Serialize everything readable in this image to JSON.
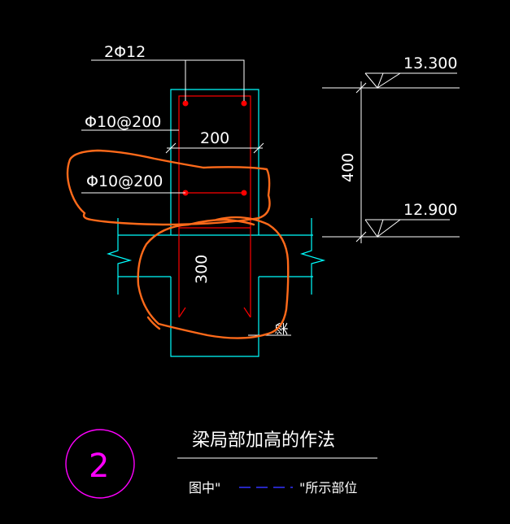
{
  "labels": {
    "top_bar": "2Φ12",
    "stirrup": "Φ10@200",
    "width_dim": "200",
    "mid_bar": "Φ10@200",
    "depth_dim": "300",
    "elev_top": "13.300",
    "elev_bottom": "12.900",
    "height_dim": "400",
    "beam_mark": "梁"
  },
  "title_block": {
    "number": "2",
    "title": "梁局部加高的作法",
    "legend_prefix": "图中\"",
    "legend_suffix": "\"所示部位"
  },
  "colors": {
    "background": "#000000",
    "outline": "#00ffff",
    "rebar": "#ff0000",
    "dimension": "#ffffff",
    "markup": "#ff6a1a",
    "circle": "#ff00ff",
    "legend_line": "#3333ff"
  }
}
